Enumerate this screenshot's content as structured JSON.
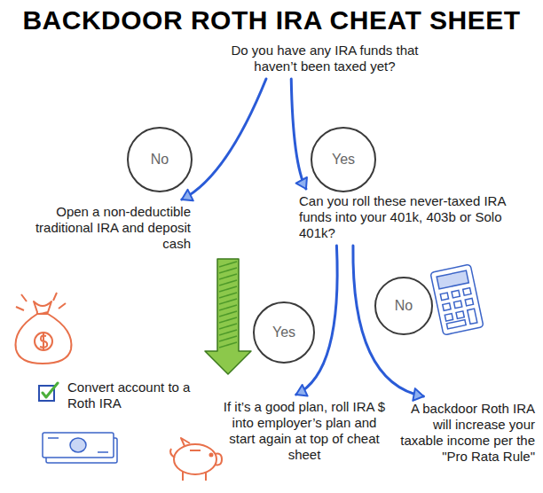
{
  "diagram": {
    "title": "BACKDOOR ROTH IRA CHEAT SHEET",
    "nodes": [
      {
        "text": [
          "Do you have any IRA funds that haven’t been taxed yet?"
        ]
      },
      {
        "text": [
          "No"
        ]
      },
      {
        "text": [
          "Yes"
        ]
      },
      {
        "text": [
          "Open a non-deductible traditional IRA and deposit cash"
        ]
      },
      {
        "text": [
          "Can you roll these never-taxed IRA funds into your 401k, 403b or Solo 401k?"
        ]
      },
      {
        "text": [
          "Convert account to a Roth IRA"
        ]
      },
      {
        "text": [
          "Yes"
        ]
      },
      {
        "text": [
          "No"
        ]
      },
      {
        "text": [
          "If it’s a good plan, roll IRA $ into employer’s plan and start again at top of cheat sheet"
        ]
      },
      {
        "text": [
          "A backdoor Roth IRA will increase your taxable income per the \"Pro Rata Rule\""
        ]
      }
    ],
    "edges": [
      {
        "from": 0,
        "to": 3,
        "arrow": "to"
      },
      {
        "from": 0,
        "to": 4,
        "arrow": "to"
      },
      {
        "from": 3,
        "to": 5,
        "arrow": "to"
      },
      {
        "from": 4,
        "to": 8,
        "arrow": "to"
      },
      {
        "from": 4,
        "to": 9,
        "arrow": "to"
      }
    ]
  }
}
